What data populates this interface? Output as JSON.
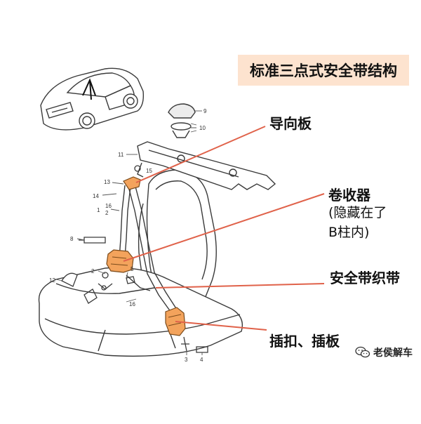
{
  "title": "标准三点式安全带结构",
  "callouts": {
    "guide_plate": "导向板",
    "retractor": "卷收器",
    "retractor_note_line1": "(隐藏在了",
    "retractor_note_line2": "B柱内)",
    "webbing": "安全带织带",
    "buckle": "插扣、插板"
  },
  "part_numbers": {
    "n1": "1",
    "n2": "2",
    "n3": "3",
    "n4": "4",
    "n5": "5",
    "n8": "8",
    "n9": "9",
    "n10": "10",
    "n11": "11",
    "n12": "12",
    "n13": "13",
    "n14": "14",
    "n15": "15",
    "n16": "16",
    "n16b": "16",
    "n2b": "2"
  },
  "watermark": "老侯解车",
  "colors": {
    "title_bg": "#fde3cf",
    "leader_line": "#e0624a",
    "highlight": "#f3a35c",
    "drawing": "#3a3a3a"
  }
}
